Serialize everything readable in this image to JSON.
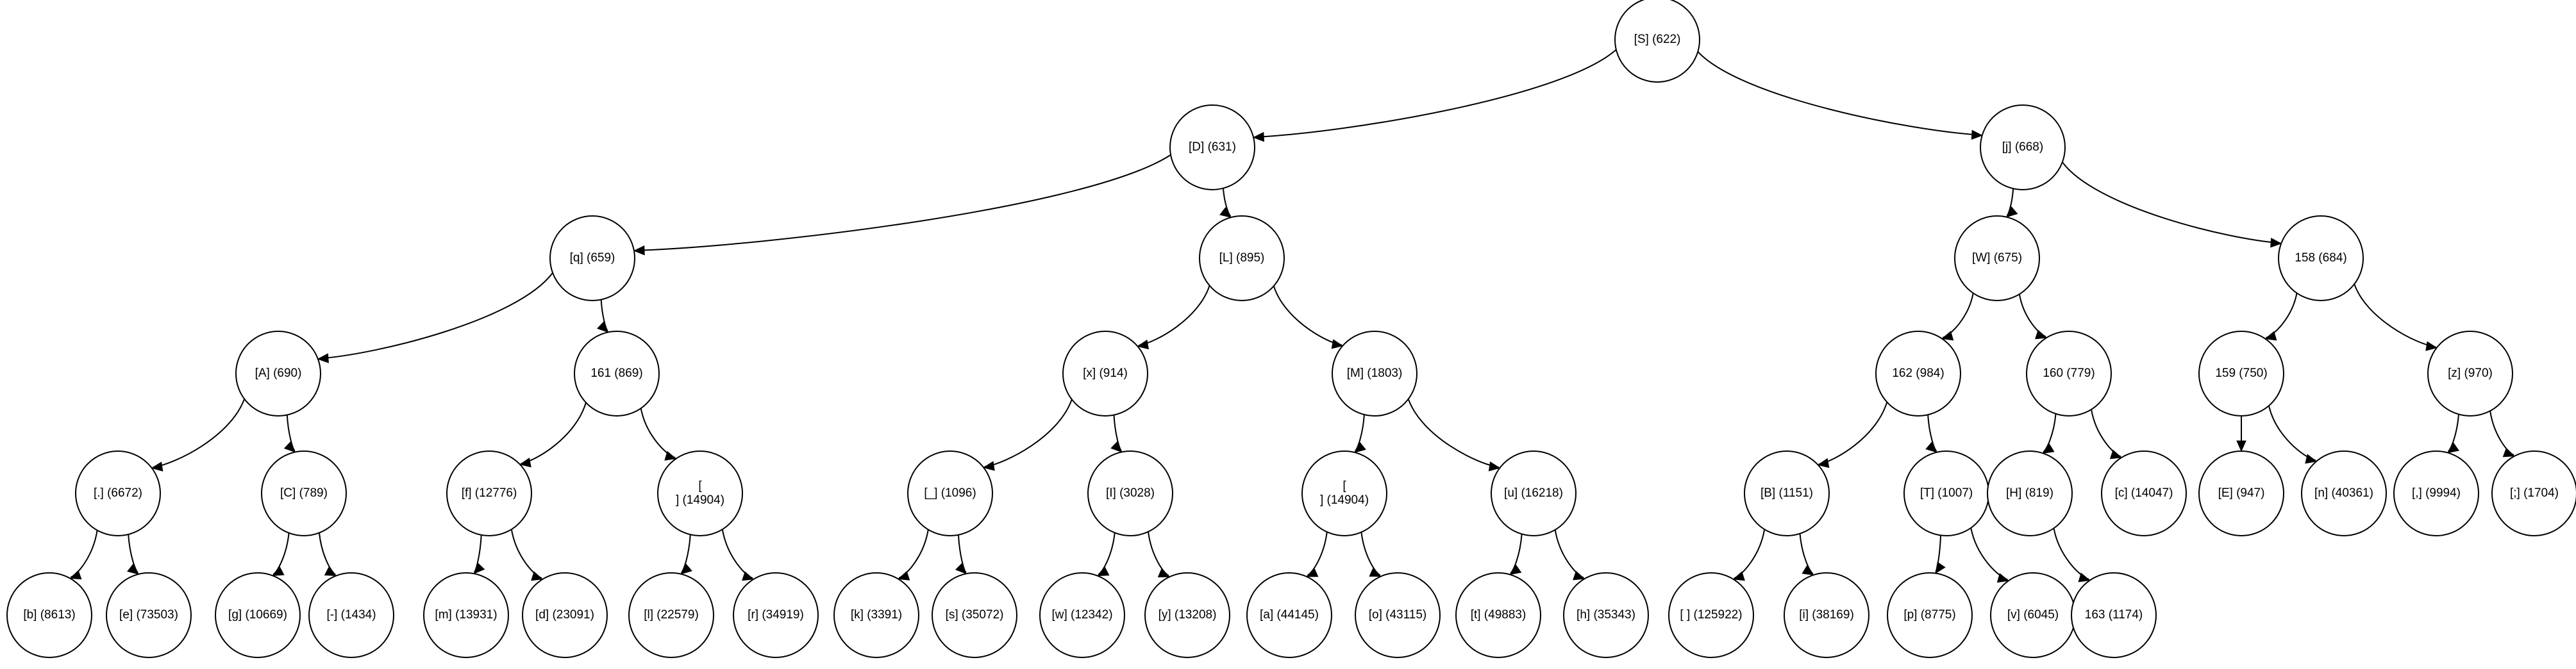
{
  "diagram": {
    "type": "binary-tree",
    "colors": {
      "stroke": "#000000",
      "fill": "#ffffff",
      "text": "#000000"
    },
    "nodes": [
      {
        "id": "S",
        "label": "[S] (622)"
      },
      {
        "id": "D",
        "label": "[D] (631)"
      },
      {
        "id": "j",
        "label": "[j] (668)"
      },
      {
        "id": "q",
        "label": "[q] (659)"
      },
      {
        "id": "L",
        "label": "[L] (895)"
      },
      {
        "id": "W",
        "label": "[W] (675)"
      },
      {
        "id": "n158",
        "label": "158 (684)"
      },
      {
        "id": "A",
        "label": "[A] (690)"
      },
      {
        "id": "n161",
        "label": "161 (869)"
      },
      {
        "id": "x",
        "label": "[x] (914)"
      },
      {
        "id": "M",
        "label": "[M] (1803)"
      },
      {
        "id": "n162",
        "label": "162 (984)"
      },
      {
        "id": "n160",
        "label": "160 (779)"
      },
      {
        "id": "n159",
        "label": "159 (750)"
      },
      {
        "id": "z",
        "label": "[z] (970)"
      },
      {
        "id": "dot",
        "label": "[.] (6672)"
      },
      {
        "id": "C",
        "label": "[C] (789)"
      },
      {
        "id": "f",
        "label": "[f] (12776)"
      },
      {
        "id": "nl1",
        "label": "[\n] (14904)"
      },
      {
        "id": "us",
        "label": "[_] (1096)"
      },
      {
        "id": "I",
        "label": "[I] (3028)"
      },
      {
        "id": "nl2",
        "label": "[\n] (14904)"
      },
      {
        "id": "u",
        "label": "[u] (16218)"
      },
      {
        "id": "B",
        "label": "[B] (1151)"
      },
      {
        "id": "T",
        "label": "[T] (1007)"
      },
      {
        "id": "H",
        "label": "[H] (819)"
      },
      {
        "id": "c",
        "label": "[c] (14047)"
      },
      {
        "id": "E",
        "label": "[E] (947)"
      },
      {
        "id": "n",
        "label": "[n] (40361)"
      },
      {
        "id": "comma",
        "label": "[,] (9994)"
      },
      {
        "id": "semi",
        "label": "[;] (1704)"
      },
      {
        "id": "b",
        "label": "[b] (8613)"
      },
      {
        "id": "e",
        "label": "[e] (73503)"
      },
      {
        "id": "g",
        "label": "[g] (10669)"
      },
      {
        "id": "dash",
        "label": "[-] (1434)"
      },
      {
        "id": "m",
        "label": "[m] (13931)"
      },
      {
        "id": "d",
        "label": "[d] (23091)"
      },
      {
        "id": "l",
        "label": "[l] (22579)"
      },
      {
        "id": "r",
        "label": "[r] (34919)"
      },
      {
        "id": "k",
        "label": "[k] (3391)"
      },
      {
        "id": "s",
        "label": "[s] (35072)"
      },
      {
        "id": "w",
        "label": "[w] (12342)"
      },
      {
        "id": "y",
        "label": "[y] (13208)"
      },
      {
        "id": "a",
        "label": "[a] (44145)"
      },
      {
        "id": "o",
        "label": "[o] (43115)"
      },
      {
        "id": "t",
        "label": "[t] (49883)"
      },
      {
        "id": "h",
        "label": "[h] (35343)"
      },
      {
        "id": "space",
        "label": "[ ] (125922)"
      },
      {
        "id": "i",
        "label": "[i] (38169)"
      },
      {
        "id": "p",
        "label": "[p] (8775)"
      },
      {
        "id": "v",
        "label": "[v] (6045)"
      },
      {
        "id": "n163",
        "label": "163 (1174)"
      }
    ],
    "edges": [
      [
        "S",
        "D"
      ],
      [
        "S",
        "j"
      ],
      [
        "D",
        "q"
      ],
      [
        "D",
        "L"
      ],
      [
        "j",
        "W"
      ],
      [
        "j",
        "n158"
      ],
      [
        "q",
        "A"
      ],
      [
        "q",
        "n161"
      ],
      [
        "L",
        "x"
      ],
      [
        "L",
        "M"
      ],
      [
        "W",
        "n162"
      ],
      [
        "W",
        "n160"
      ],
      [
        "n158",
        "n159"
      ],
      [
        "n158",
        "z"
      ],
      [
        "A",
        "dot"
      ],
      [
        "A",
        "C"
      ],
      [
        "n161",
        "f"
      ],
      [
        "n161",
        "nl1"
      ],
      [
        "x",
        "us"
      ],
      [
        "x",
        "I"
      ],
      [
        "M",
        "nl2"
      ],
      [
        "M",
        "u"
      ],
      [
        "n162",
        "B"
      ],
      [
        "n162",
        "T"
      ],
      [
        "n160",
        "H"
      ],
      [
        "n160",
        "c"
      ],
      [
        "n159",
        "E"
      ],
      [
        "n159",
        "n"
      ],
      [
        "z",
        "comma"
      ],
      [
        "z",
        "semi"
      ],
      [
        "dot",
        "b"
      ],
      [
        "dot",
        "e"
      ],
      [
        "C",
        "g"
      ],
      [
        "C",
        "dash"
      ],
      [
        "f",
        "m"
      ],
      [
        "f",
        "d"
      ],
      [
        "nl1",
        "l"
      ],
      [
        "nl1",
        "r"
      ],
      [
        "us",
        "k"
      ],
      [
        "us",
        "s"
      ],
      [
        "I",
        "w"
      ],
      [
        "I",
        "y"
      ],
      [
        "nl2",
        "a"
      ],
      [
        "nl2",
        "o"
      ],
      [
        "u",
        "t"
      ],
      [
        "u",
        "h"
      ],
      [
        "B",
        "space"
      ],
      [
        "B",
        "i"
      ],
      [
        "T",
        "p"
      ],
      [
        "T",
        "v"
      ],
      [
        "H",
        "n163"
      ]
    ]
  }
}
